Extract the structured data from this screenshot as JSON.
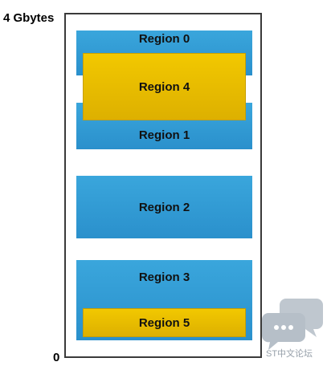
{
  "axis": {
    "top_label": "4 Gbytes",
    "bottom_label": "0"
  },
  "regions": [
    {
      "label": "Region 0",
      "color": "#2f9bd6"
    },
    {
      "label": "Region 1",
      "color": "#2f9bd6"
    },
    {
      "label": "Region 2",
      "color": "#2f9bd6"
    },
    {
      "label": "Region 3",
      "color": "#2f9bd6"
    },
    {
      "label": "Region 4",
      "color": "#e8bc00"
    },
    {
      "label": "Region 5",
      "color": "#e8bc00"
    }
  ],
  "watermark": {
    "text": "ST中文论坛",
    "icon": "chat-bubbles-icon"
  }
}
